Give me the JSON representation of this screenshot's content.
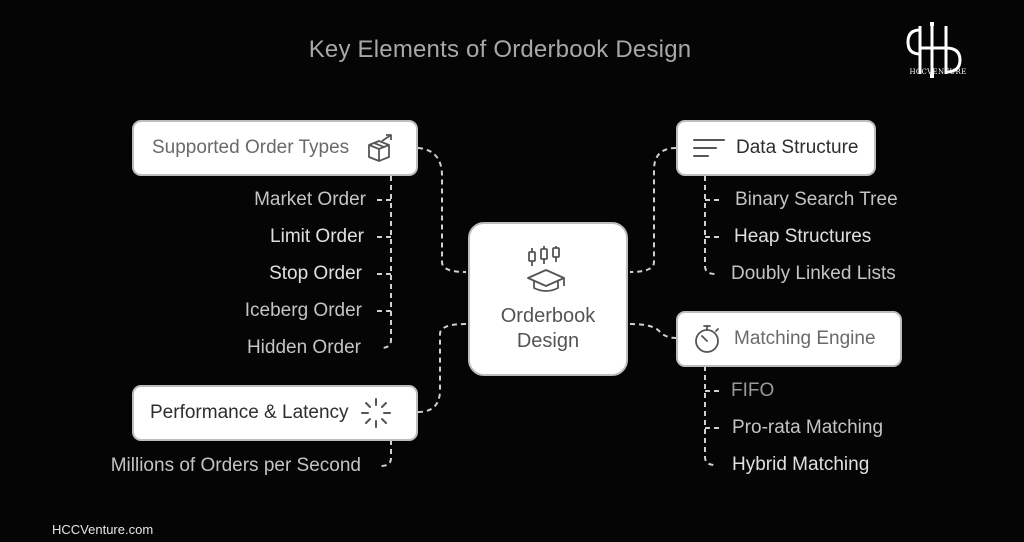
{
  "title": "Key Elements of Orderbook Design",
  "logo": {
    "text": "HCCVENTURE"
  },
  "footer": "HCCVenture.com",
  "center": {
    "line1": "Orderbook",
    "line2": "Design"
  },
  "nodes": {
    "order_types": {
      "label": "Supported Order Types",
      "icon": "box-arrow-icon",
      "items": [
        "Market Order",
        "Limit Order",
        "Stop Order",
        "Iceberg Order",
        "Hidden Order"
      ]
    },
    "performance": {
      "label": "Performance & Latency",
      "icon": "loading-spinner-icon",
      "items": [
        "Millions of Orders per Second"
      ]
    },
    "data_structure": {
      "label": "Data Structure",
      "icon": "lines-icon",
      "items": [
        "Binary Search Tree",
        "Heap Structures",
        "Doubly Linked Lists"
      ]
    },
    "matching_engine": {
      "label": "Matching Engine",
      "icon": "stopwatch-icon",
      "items": [
        "FIFO",
        "Pro-rata Matching",
        "Hybrid Matching"
      ]
    }
  },
  "colors": {
    "background": "#050505",
    "node_fill": "#ffffff",
    "node_border": "#bdbdbd",
    "connector": "#d0d0d0"
  }
}
